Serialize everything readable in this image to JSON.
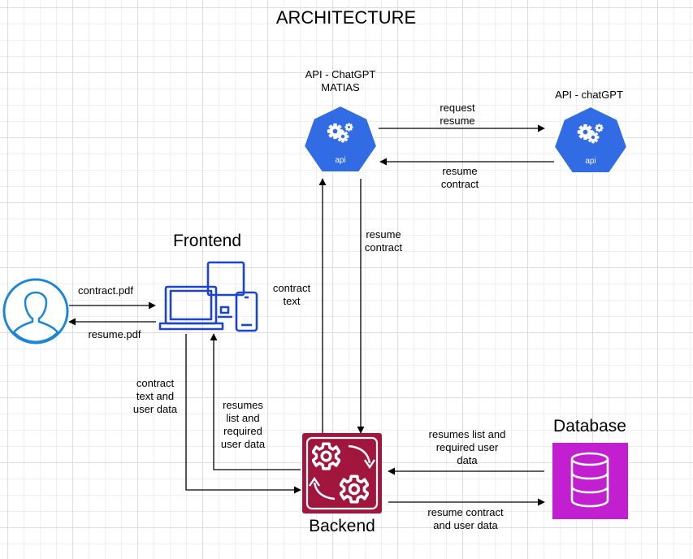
{
  "title": "ARCHITECTURE",
  "colors": {
    "api_blue": "#326ce5",
    "frontend_blue": "#1d45c9",
    "user_blue": "#1b86d6",
    "backend_red": "#a2163d",
    "database_magenta": "#c11fd0",
    "edge": "#000000"
  },
  "nodes": {
    "user": {
      "icon": "user-icon"
    },
    "frontend": {
      "label": "Frontend",
      "icon": "devices-icon"
    },
    "api_matias": {
      "label": "API - ChatGPT\nMATIAS",
      "icon": "api-gears-icon",
      "badge": "api"
    },
    "api_chatgpt": {
      "label": "API - chatGPT",
      "icon": "api-gears-icon",
      "badge": "api"
    },
    "backend": {
      "label": "Backend",
      "icon": "backend-gears-icon"
    },
    "database": {
      "label": "Database",
      "icon": "database-icon"
    }
  },
  "edges": {
    "user_to_frontend": "contract.pdf",
    "frontend_to_user": "resume.pdf",
    "frontend_to_backend": "contract\ntext and\nuser data",
    "backend_to_frontend": "resumes\nlist and\nrequired\nuser data",
    "backend_to_api_matias": "contract\ntext",
    "api_matias_to_backend": "resume\ncontract",
    "api_matias_to_chatgpt": "request\nresume",
    "chatgpt_to_api_matias": "resume\ncontract",
    "database_to_backend": "resumes list and\nrequired user\ndata",
    "backend_to_database": "resume contract\nand user data"
  }
}
